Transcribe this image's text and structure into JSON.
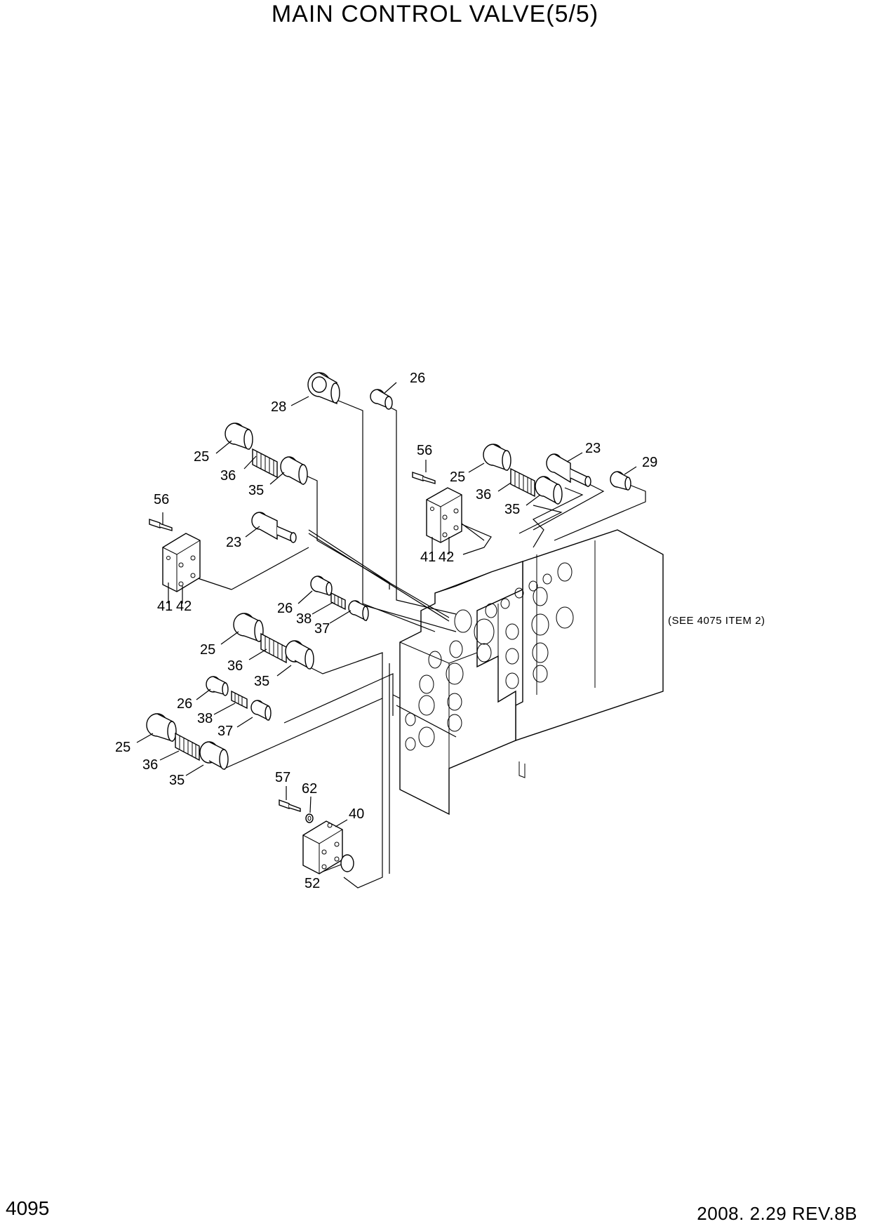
{
  "header": {
    "title": "MAIN CONTROL VALVE(5/5)"
  },
  "footer": {
    "page_number": "4095",
    "revision": "2008. 2.29  REV.8B"
  },
  "note": "(SEE 4075 ITEM 2)",
  "callouts": {
    "c28": "28",
    "c26a": "26",
    "c25a": "25",
    "c36a": "36",
    "c35a": "35",
    "c56a": "56",
    "c23a": "23",
    "c41a": "41",
    "c42a": "42",
    "c56b": "56",
    "c25b": "25",
    "c36b": "36",
    "c35b": "35",
    "c41b": "41",
    "c42b": "42",
    "c23b": "23",
    "c29": "29",
    "c26b": "26",
    "c38a": "38",
    "c37a": "37",
    "c25c": "25",
    "c36c": "36",
    "c35c": "35",
    "c26c": "26",
    "c38b": "38",
    "c37b": "37",
    "c25d": "25",
    "c36d": "36",
    "c35d": "35",
    "c57": "57",
    "c62": "62",
    "c40": "40",
    "c52": "52"
  }
}
